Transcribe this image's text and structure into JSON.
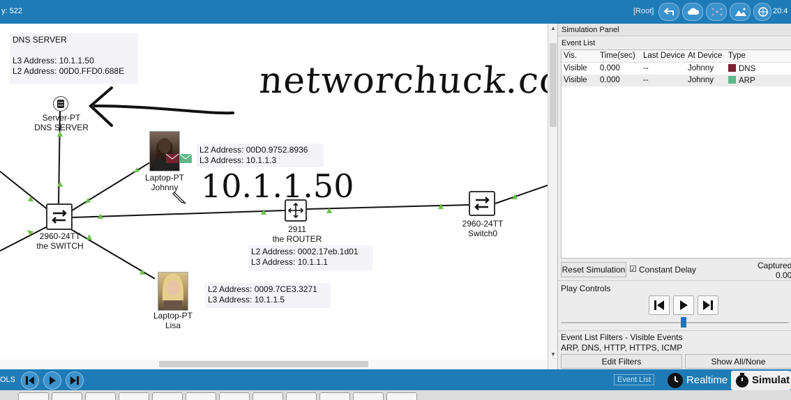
{
  "topbar": {
    "left_text": "y: 522",
    "root_label": "[Root]",
    "clock": "20:4",
    "color": "#1f7bb6"
  },
  "canvas": {
    "handwriting_text": "networchuck.coffee",
    "handwriting_ip": "10.1.1.50",
    "dns_box": {
      "title": "DNS SERVER",
      "l3": "L3 Address: 10.1.1.50",
      "l2": "L2 Address: 00D0.FFD0.688E"
    },
    "server": {
      "model": "Server-PT",
      "name": "DNS SERVER"
    },
    "johnny": {
      "model": "Laptop-PT",
      "name": "Johnny",
      "l2": "L2 Address: 00D0.9752.8936",
      "l3": "L3 Address: 10.1.1.3"
    },
    "switch": {
      "model": "2960-24TT",
      "name": "the SWITCH"
    },
    "router": {
      "model": "2911",
      "name": "the ROUTER",
      "l2": "L2 Address: 0002.17eb.1d01",
      "l3": "L3 Address: 10.1.1.1"
    },
    "switch0": {
      "model": "2960-24TT",
      "name": "Switch0"
    },
    "lisa": {
      "model": "Laptop-PT",
      "name": "Lisa",
      "l2": "L2 Address: 0009.7CE3.3271",
      "l3": "L3 Address: 10.1.1.5"
    },
    "link_up_color": "#6cc04a"
  },
  "panel": {
    "title": "Simulation Panel",
    "event_list_label": "Event List",
    "columns": [
      "Vis.",
      "Time(sec)",
      "Last Device",
      "At Device",
      "Type"
    ],
    "events": [
      {
        "vis": "Visible",
        "time": "0.000",
        "last": "--",
        "at": "Johnny",
        "type": "DNS",
        "color": "#7a2030"
      },
      {
        "vis": "Visible",
        "time": "0.000",
        "last": "--",
        "at": "Johnny",
        "type": "ARP",
        "color": "#5fb88a"
      }
    ],
    "reset_label": "Reset Simulation",
    "constant_delay_label": "Constant Delay",
    "captured_label": "Captured",
    "captured_value": "0.00",
    "play_controls_label": "Play Controls",
    "filters_label": "Event List Filters - Visible Events",
    "filters_value": "ARP, DNS, HTTP, HTTPS, ICMP",
    "edit_filters": "Edit Filters",
    "show_all": "Show All/None"
  },
  "bottombar": {
    "left_label": "OLS",
    "event_list": "Event List",
    "realtime": "Realtime",
    "simulation": "Simulat"
  }
}
